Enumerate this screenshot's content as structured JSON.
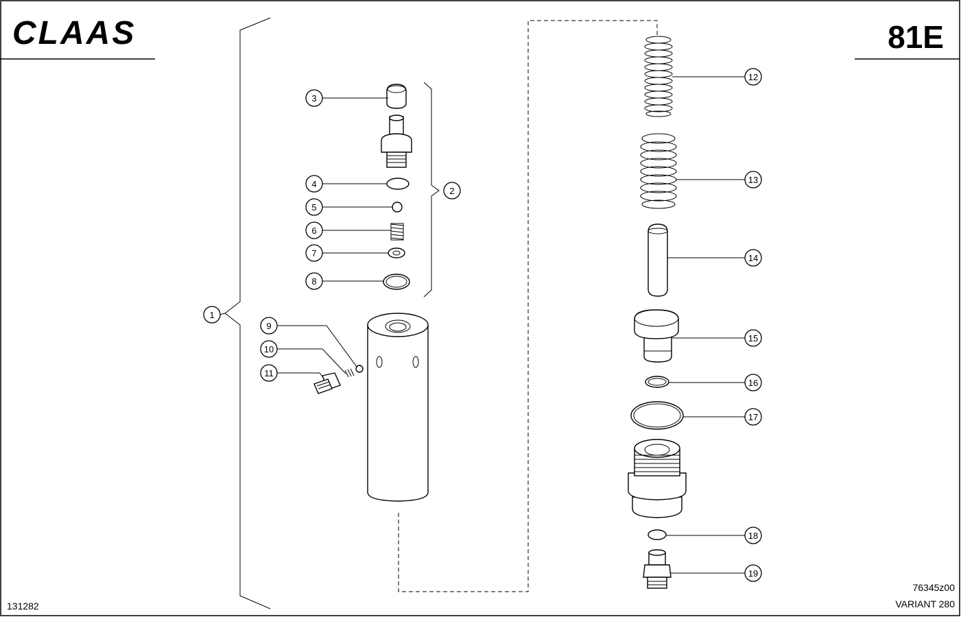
{
  "header": {
    "brand": "CLAAS",
    "page_number": "81E"
  },
  "footer": {
    "doc_number": "131282",
    "drawing_number": "76345z00",
    "model": "VARIANT 280"
  },
  "callouts": [
    "1",
    "2",
    "3",
    "4",
    "5",
    "6",
    "7",
    "8",
    "9",
    "10",
    "11",
    "12",
    "13",
    "14",
    "15",
    "16",
    "17",
    "18",
    "19"
  ],
  "colors": {
    "ink": "#000000",
    "paper": "#ffffff"
  }
}
